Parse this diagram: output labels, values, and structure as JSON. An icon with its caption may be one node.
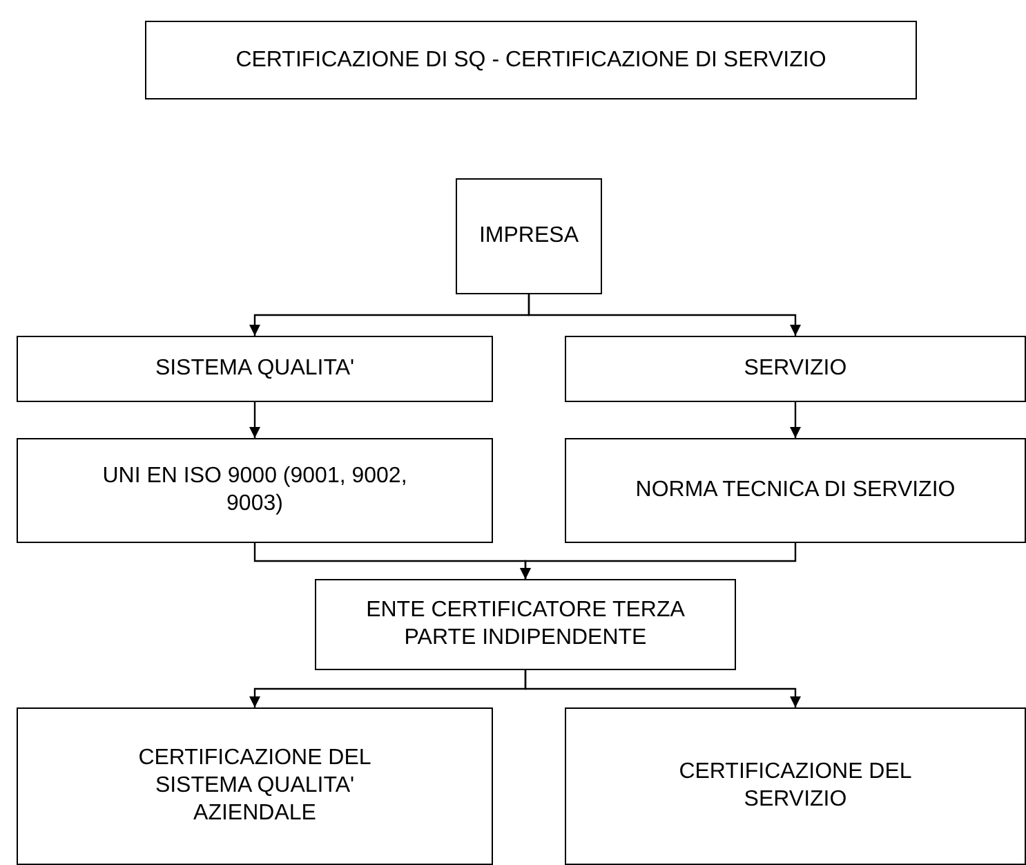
{
  "diagram": {
    "title": "CERTIFICAZIONE DI SQ - CERTIFICAZIONE DI SERVIZIO",
    "nodes": [
      {
        "text": [
          "IMPRESA"
        ]
      },
      {
        "text": [
          "SISTEMA QUALITA'"
        ]
      },
      {
        "text": [
          "SERVIZIO"
        ]
      },
      {
        "text": [
          "UNI EN ISO 9000 (9001, 9002, 9003)"
        ]
      },
      {
        "text": [
          "NORMA TECNICA DI SERVIZIO"
        ]
      },
      {
        "text": [
          "ENTE CERTIFICATORE TERZA PARTE INDIPENDENTE"
        ]
      },
      {
        "text": [
          "CERTIFICAZIONE DEL SISTEMA QUALITA' AZIENDALE"
        ]
      },
      {
        "text": [
          "CERTIFICAZIONE DEL SERVIZIO"
        ]
      }
    ],
    "edges": [
      {
        "from": 0,
        "to": 1,
        "arrow": "to"
      },
      {
        "from": 0,
        "to": 2,
        "arrow": "to"
      },
      {
        "from": 1,
        "to": 3,
        "arrow": "to"
      },
      {
        "from": 2,
        "to": 4,
        "arrow": "to"
      },
      {
        "from": 3,
        "to": 5,
        "arrow": "to"
      },
      {
        "from": 4,
        "to": 5,
        "arrow": "to"
      },
      {
        "from": 5,
        "to": 6,
        "arrow": "to"
      },
      {
        "from": 5,
        "to": 7,
        "arrow": "to"
      }
    ]
  }
}
